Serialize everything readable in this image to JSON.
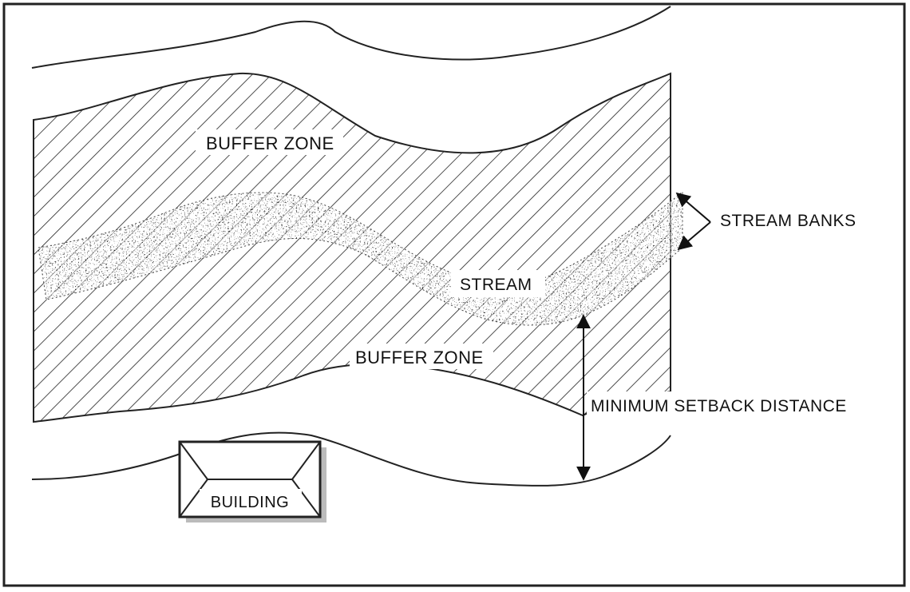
{
  "labels": {
    "buffer_zone_top": "BUFFER ZONE",
    "buffer_zone_bottom": "BUFFER ZONE",
    "stream": "STREAM",
    "stream_banks": "STREAM BANKS",
    "minimum_setback_distance": "MINIMUM SETBACK DISTANCE",
    "building": "BUILDING"
  }
}
